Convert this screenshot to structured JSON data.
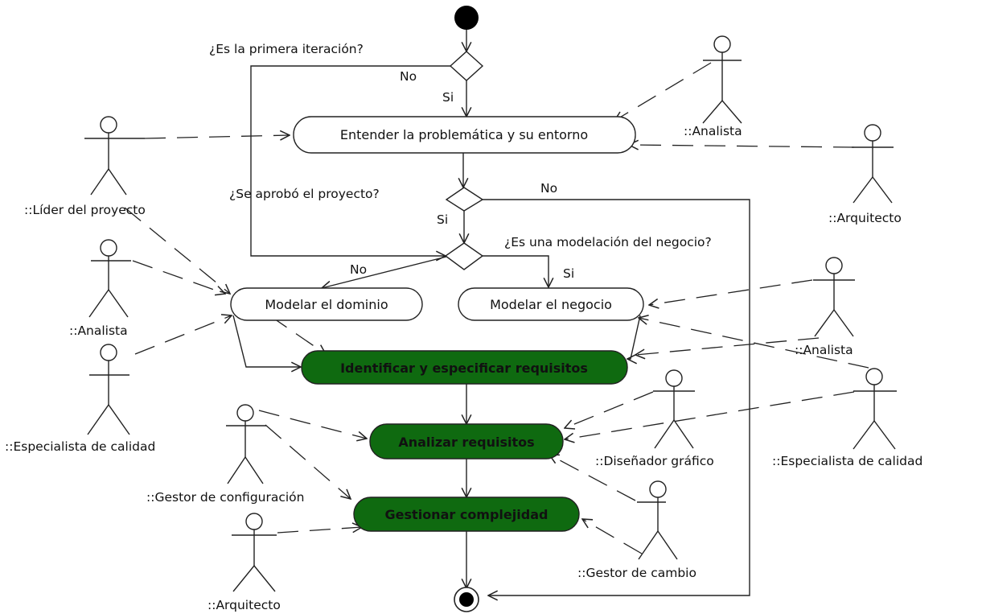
{
  "colors": {
    "background": "#ffffff",
    "line": "#222222",
    "activity_fill": "#ffffff",
    "highlight_fill": "#0f6a10",
    "node_fill": "#000000"
  },
  "activities": {
    "entender": "Entender la problemática y su entorno",
    "modelar_dominio": "Modelar el  dominio",
    "modelar_negocio": "Modelar el  negocio",
    "identificar": "Identificar y especificar requisitos",
    "analizar": "Analizar requisitos",
    "gestionar": "Gestionar complejidad"
  },
  "decisions": {
    "primera_iteracion": "¿Es la primera iteración?",
    "aprobo_proyecto": "¿Se aprobó el proyecto?",
    "modelacion_negocio": "¿Es una modelación del negocio?"
  },
  "guards": {
    "no_1": "No",
    "si_1": "Si",
    "no_2": "No",
    "si_2": "Si",
    "no_3": "No",
    "si_3": "Si"
  },
  "actors": {
    "analista_1": "::Analista",
    "arquitecto_1": "::Arquitecto",
    "lider": "::Líder del proyecto",
    "analista_2": "::Analista",
    "especialista_1": "::Especialista de calidad",
    "analista_3": "::Analista",
    "gestor_config": "::Gestor de configuración",
    "disenador": "::Diseñador gráfico",
    "especialista_2": "::Especialista de calidad",
    "gestor_cambio": "::Gestor de cambio",
    "arquitecto_2": "::Arquitecto"
  }
}
